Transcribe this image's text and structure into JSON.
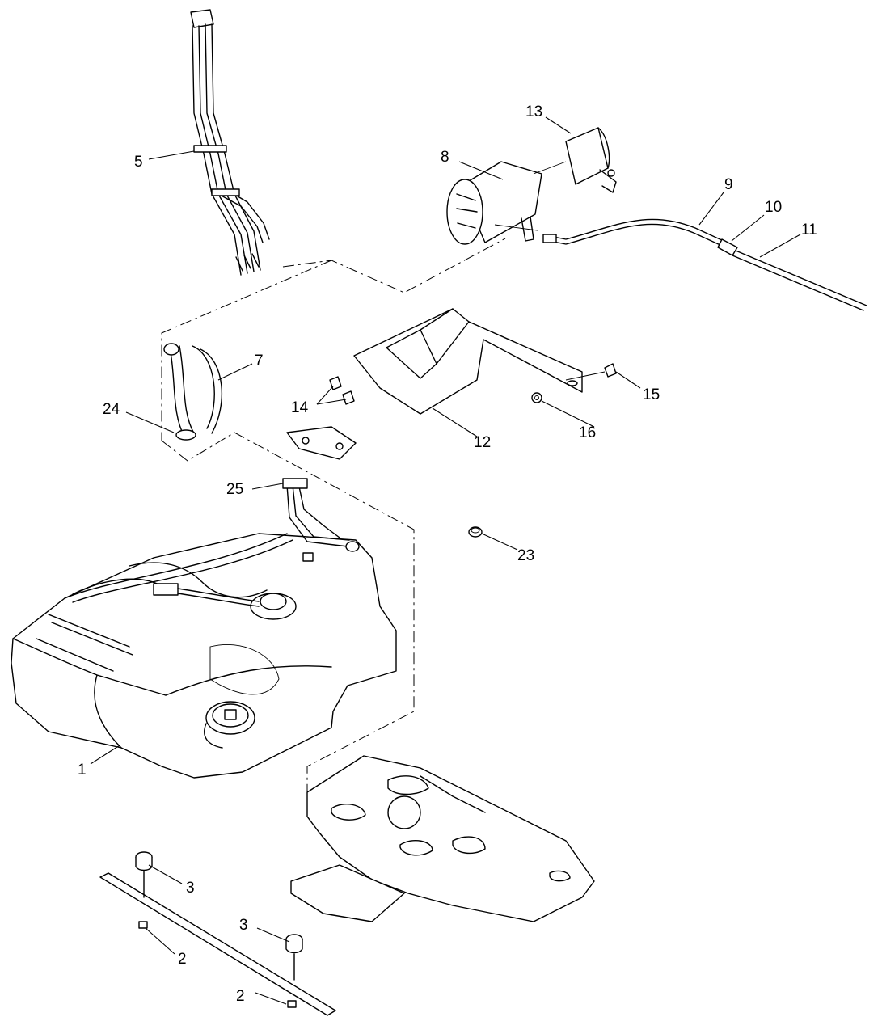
{
  "callouts": {
    "c1": "1",
    "c2a": "2",
    "c2b": "2",
    "c3a": "3",
    "c3b": "3",
    "c5": "5",
    "c7": "7",
    "c8": "8",
    "c9": "9",
    "c10": "10",
    "c11": "11",
    "c12": "12",
    "c13": "13",
    "c14": "14",
    "c15": "15",
    "c16": "16",
    "c23": "23",
    "c24": "24",
    "c25": "25"
  }
}
